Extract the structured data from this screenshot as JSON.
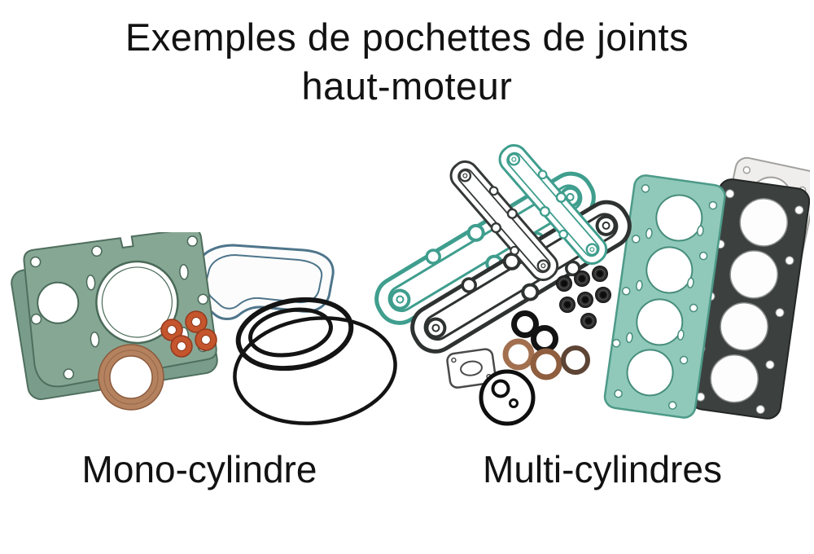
{
  "title": {
    "line1": "Exemples de pochettes de joints",
    "line2": "haut-moteur"
  },
  "figures": {
    "mono": {
      "label": "Mono-cylindre"
    },
    "multi": {
      "label": "Multi-cylindres"
    }
  },
  "colors": {
    "background": "#ffffff",
    "text": "#121212",
    "gasket_green": "#87a795",
    "gasket_green_outline": "#4f6e5e",
    "gasket_teal": "#90c9ba",
    "gasket_teal_outline": "#4d9a88",
    "gasket_dark": "#3c4140",
    "valve_cover_teal": "#3f9e8e",
    "valve_cover_dark": "#2e3331",
    "copper": "#b5825f",
    "orange_washer": "#c4552c",
    "o_ring_black": "#141414",
    "blue_gasket_outline": "#4e758b",
    "metal_gasket_gray": "#a09f9c"
  }
}
